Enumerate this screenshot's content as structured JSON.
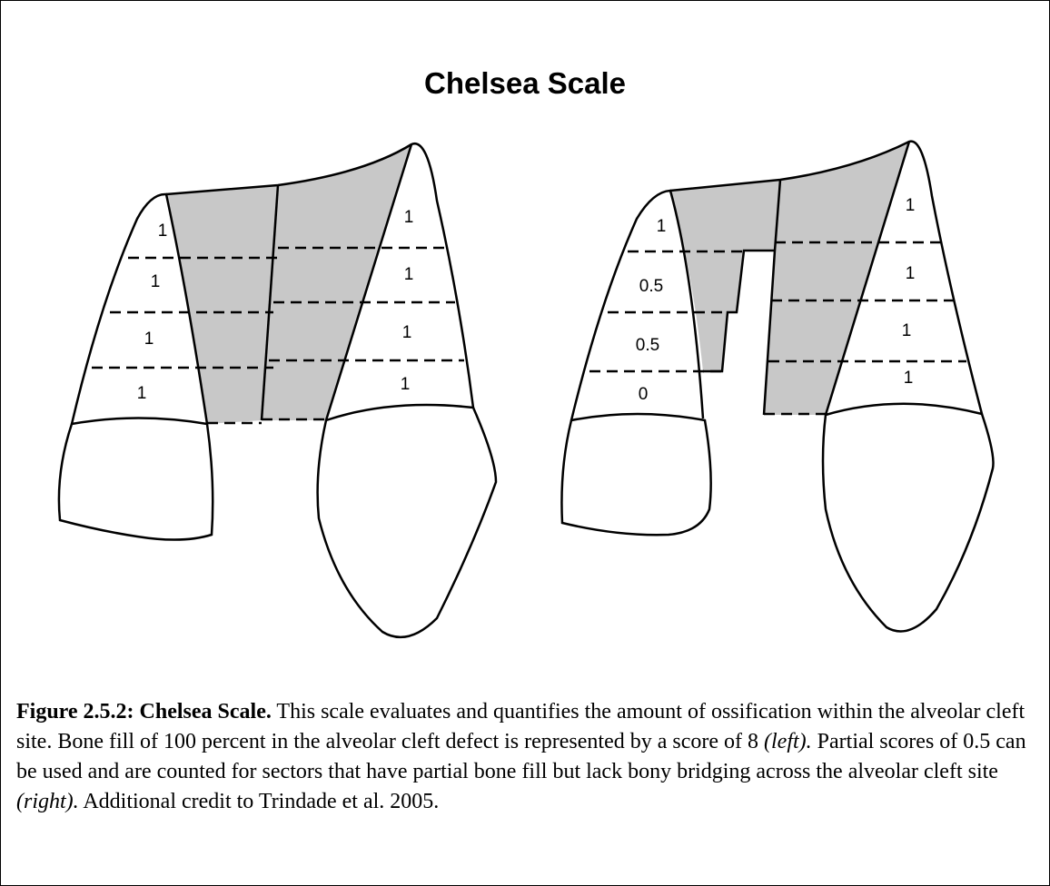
{
  "title": "Chelsea Scale",
  "left_figure": {
    "left_labels": [
      "1",
      "1",
      "1",
      "1"
    ],
    "right_labels": [
      "1",
      "1",
      "1",
      "1"
    ]
  },
  "right_figure": {
    "left_labels": [
      "1",
      "0.5",
      "0.5",
      "0"
    ],
    "right_labels": [
      "1",
      "1",
      "1",
      "1"
    ]
  },
  "colors": {
    "bone_fill": "#c8c8c8",
    "stroke": "#000000"
  },
  "caption": {
    "label": "Figure 2.5.2: Chelsea Scale.",
    "text_1": " This scale evaluates and quantifies the amount of ossification within the alveolar cleft site. Bone fill of 100 percent in the alveolar cleft defect is represented by a score of 8 ",
    "italic_1": "(left).",
    "text_2": " Partial scores of 0.5 can be used and are counted for sectors that have partial bone fill but lack bony bridging across the alveolar cleft site ",
    "italic_2": "(right).",
    "text_3": " Additional credit to Trindade et al. 2005."
  }
}
